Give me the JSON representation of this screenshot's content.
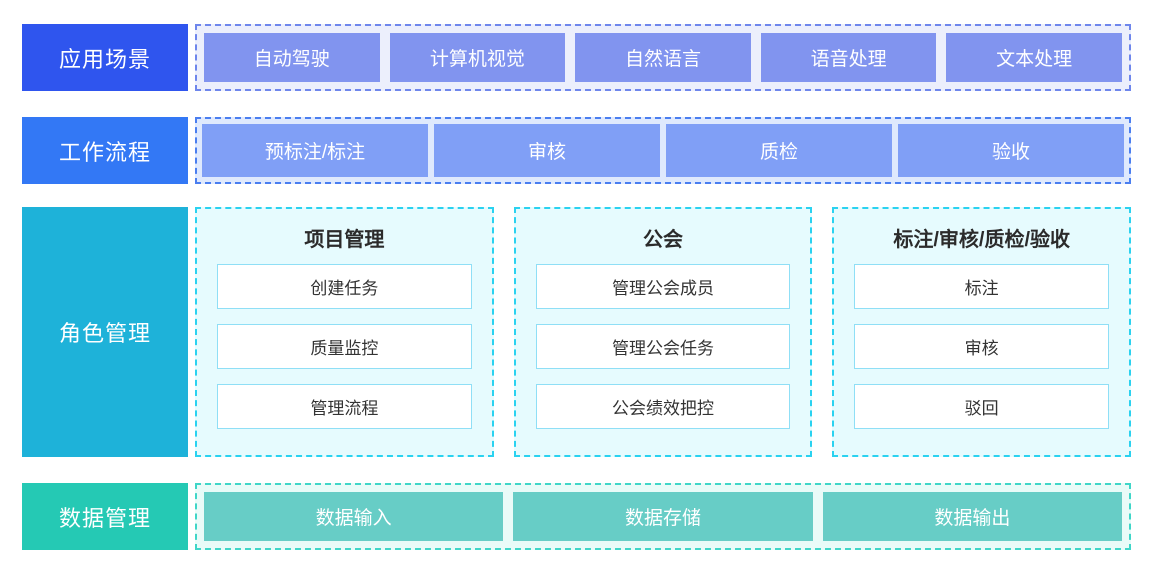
{
  "diagram": {
    "rows": [
      {
        "id": "application-scenarios",
        "label": "应用场景",
        "label_color": "#2f55ee",
        "chip_color": "#8194ef",
        "items": [
          "自动驾驶",
          "计算机视觉",
          "自然语言",
          "语音处理",
          "文本处理"
        ]
      },
      {
        "id": "workflow",
        "label": "工作流程",
        "label_color": "#3378f5",
        "chip_color": "#809ff6",
        "items": [
          "预标注/标注",
          "审核",
          "质检",
          "验收"
        ]
      },
      {
        "id": "role-management",
        "label": "角色管理",
        "label_color": "#1eb2d9",
        "card_border_color": "#2ad2f0",
        "card_background": "#e6fbfe",
        "cards": [
          {
            "title": "项目管理",
            "items": [
              "创建任务",
              "质量监控",
              "管理流程"
            ]
          },
          {
            "title": "公会",
            "items": [
              "管理公会成员",
              "管理公会任务",
              "公会绩效把控"
            ]
          },
          {
            "title": "标注/审核/质检/验收",
            "items": [
              "标注",
              "审核",
              "驳回"
            ]
          }
        ]
      },
      {
        "id": "data-management",
        "label": "数据管理",
        "label_color": "#25c9b4",
        "chip_color": "#67cdc6",
        "items": [
          "数据输入",
          "数据存储",
          "数据输出"
        ]
      }
    ]
  }
}
